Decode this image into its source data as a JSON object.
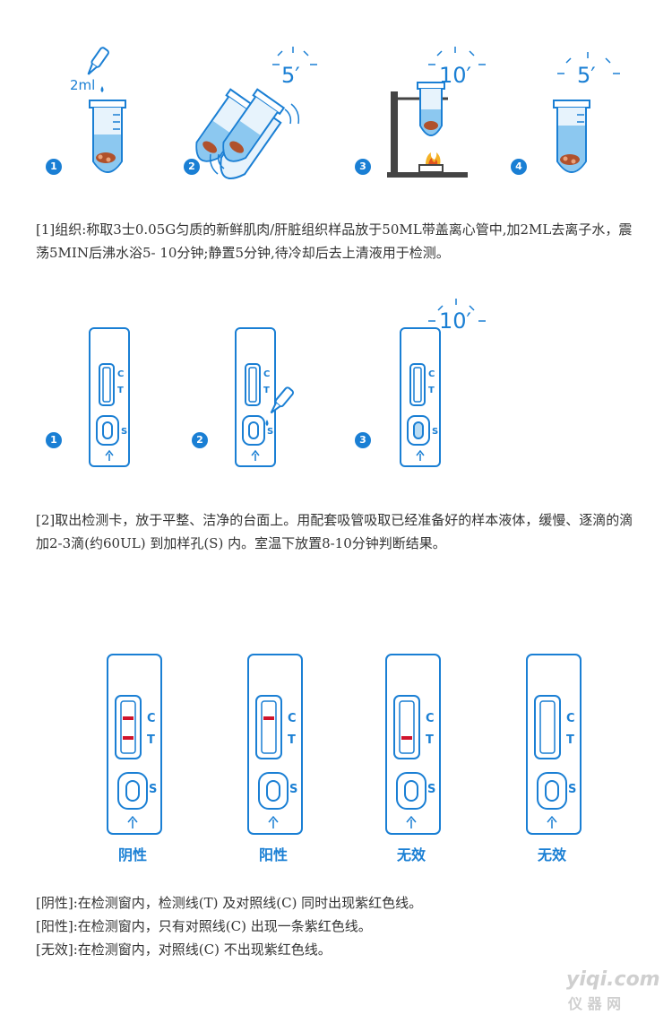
{
  "step1": {
    "badges": [
      "1",
      "2",
      "3",
      "4"
    ],
    "volume_label": "2ml",
    "timer_a": "5′",
    "timer_b": "10′",
    "timer_c": "5′",
    "paragraph": "[1]组织:称取3士0.05G匀质的新鲜肌肉/肝脏组织样品放于50ML带盖离心管中,加2ML去离子水，震荡5MIN后沸水浴5- 10分钟;静置5分钟,待冷却后去上清液用于检测。"
  },
  "step2": {
    "badges": [
      "1",
      "2",
      "3"
    ],
    "timer": "10′",
    "paragraph": "[2]取出检测卡，放于平整、洁净的台面上。用配套吸管吸取已经准备好的样本液体，缓慢、逐滴的滴加2-3滴(约60UL) 到加样孔(S) 内。室温下放置8-10分钟判断结果。"
  },
  "card_letters": {
    "c": "C",
    "t": "T",
    "s": "S"
  },
  "results": [
    {
      "label": "阴性",
      "c_line": true,
      "t_line": true
    },
    {
      "label": "阳性",
      "c_line": true,
      "t_line": false
    },
    {
      "label": "无效",
      "c_line": false,
      "t_line": true
    },
    {
      "label": "无效",
      "c_line": false,
      "t_line": false
    }
  ],
  "interpretation": [
    "[阴性]:在检测窗内，检测线(T) 及对照线(C) 同时出现紫红色线。",
    "[阳性]:在检测窗内，只有对照线(C) 出现一条紫红色线。",
    "[无效]:在检测窗内，对照线(C) 不出现紫红色线。"
  ],
  "watermark": {
    "line1": "yiqi.com",
    "line2": "仪 器 网"
  },
  "colors": {
    "blue": "#1a7fd4",
    "red": "#d0142c",
    "liquid": "#6fb6ea"
  }
}
